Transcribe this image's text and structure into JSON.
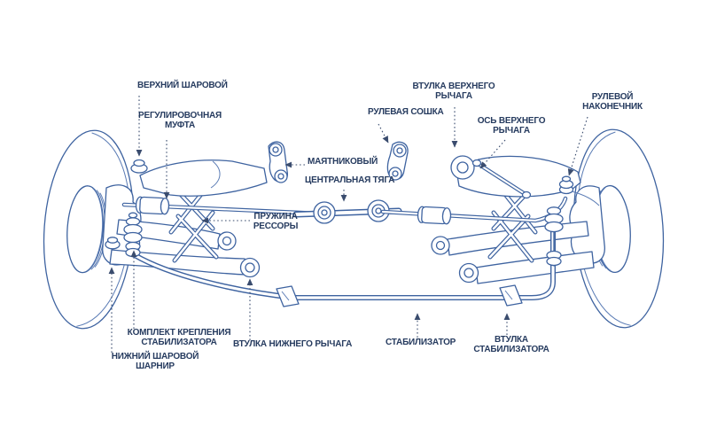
{
  "diagram": {
    "title_semantic": "front-suspension-and-steering-diagram",
    "background_color": "#ffffff",
    "line_color": "#3e63a0",
    "text_color": "#263b5f",
    "labels": {
      "upper_ball": "ВЕРХНИЙ ШАРОВОЙ",
      "adjusting_sleeve": "РЕГУЛИРОВОЧНАЯ\nМУФТА",
      "upper_arm_bushing": "ВТУЛКА ВЕРХНЕГО\nРЫЧАГА",
      "pitman_arm": "РУЛЕВАЯ СОШКА",
      "upper_arm_axis": "ОСЬ ВЕРХНЕГО\nРЫЧАГА",
      "tie_rod_end": "РУЛЕВОЙ\nНАКОНЕЧНИК",
      "idler_arm": "МАЯТНИКОВЫЙ",
      "center_link": "ЦЕНТРАЛЬНАЯ ТЯГА",
      "spring": "ПРУЖИНА\nРЕССОРЫ",
      "stabilizer_mount_kit": "КОМПЛЕКТ КРЕПЛЕНИЯ\nСТАБИЛИЗАТОРА",
      "lower_arm_bushing": "ВТУЛКА НИЖНЕГО РЫЧАГА",
      "stabilizer": "СТАБИЛИЗАТОР",
      "stabilizer_bushing": "ВТУЛКА\nСТАБИЛИЗАТОРА",
      "lower_ball": "НИЖНИЙ ШАРОВОЙ\nШАРНИР"
    }
  }
}
